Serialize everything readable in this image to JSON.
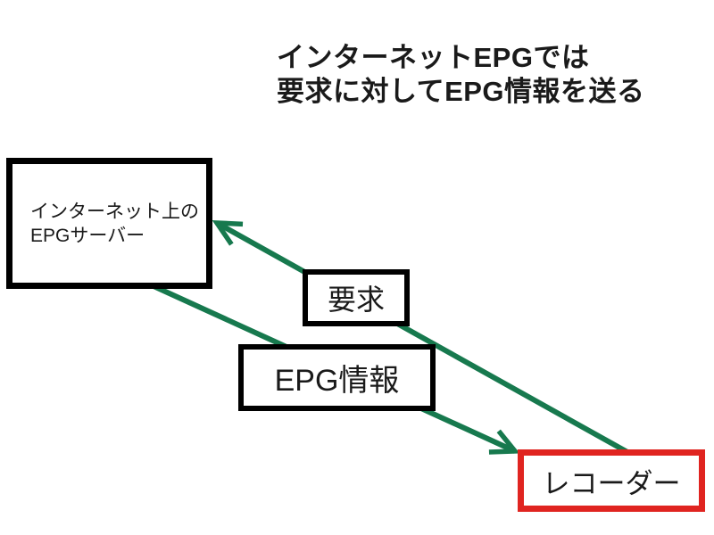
{
  "title": {
    "line1": "インターネットEPGでは",
    "line2": "要求に対してEPG情報を送る"
  },
  "nodes": {
    "server": {
      "line1": "インターネット上の",
      "line2": "EPGサーバー"
    },
    "request": {
      "label": "要求"
    },
    "epg_info": {
      "label": "EPG情報"
    },
    "recorder": {
      "label": "レコーダー"
    }
  },
  "arrows": [
    {
      "name": "request-arrow",
      "from": "recorder",
      "to": "server",
      "label": "要求",
      "color": "#17794E"
    },
    {
      "name": "epg-info-arrow",
      "from": "server",
      "to": "recorder",
      "label": "EPG情報",
      "color": "#17794E"
    }
  ],
  "colors": {
    "arrow": "#17794E",
    "box_border": "#000000",
    "recorder_border": "#E02420",
    "text": "#1A1A1A",
    "background": "#FFFFFF"
  }
}
